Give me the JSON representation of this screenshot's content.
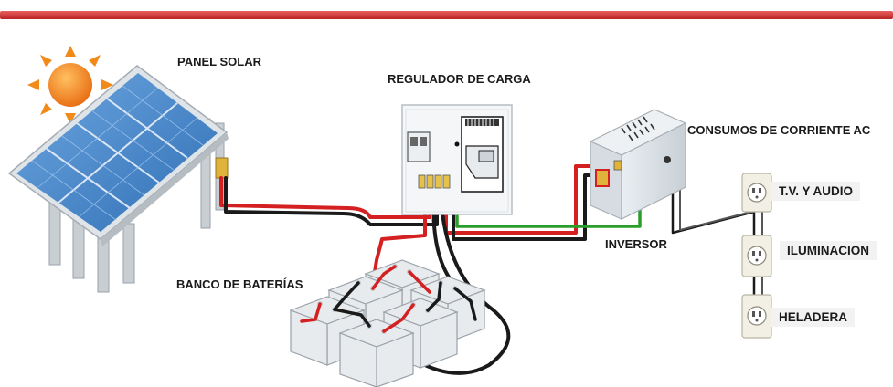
{
  "labels": {
    "panel": "PANEL SOLAR",
    "regulator": "REGULADOR DE CARGA",
    "consumers": "CONSUMOS DE CORRIENTE AC",
    "inverter": "INVERSOR",
    "battery": "BANCO DE BATERÍAS",
    "tv": "T.V. Y AUDIO",
    "lighting": "ILUMINACION",
    "fridge": "HELADERA"
  },
  "colors": {
    "header_bar": "#d73a3a",
    "wire_red": "#d42020",
    "wire_black": "#1a1a1a",
    "wire_green": "#2a9d2a",
    "sun": "#f28a1a",
    "panel_cell": "#4a86c8"
  }
}
